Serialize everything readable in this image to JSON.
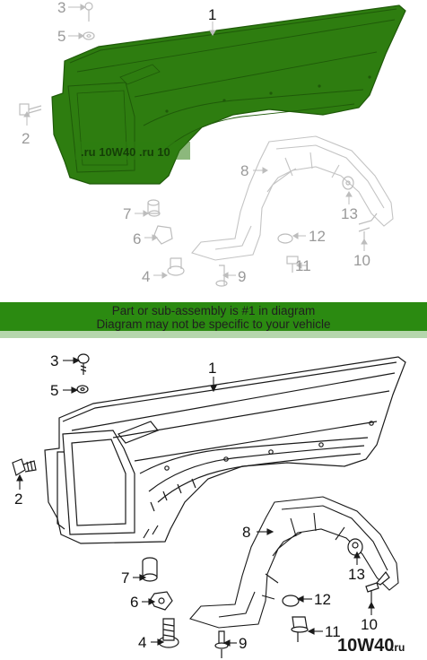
{
  "banner": {
    "line1": "Part or sub-assembly is #1 in diagram",
    "line2": "Diagram may not be specific to your vehicle"
  },
  "colors": {
    "highlight": "#2e7d10",
    "highlight_dark": "#1f5a09",
    "banner_bg": "#2b8a11",
    "line_gray": "#bdbdbd",
    "line_black": "#1a1a1a",
    "label_gray": "#9a9a9a"
  },
  "top_diagram": {
    "callouts": [
      "1",
      "2",
      "3",
      "4",
      "5",
      "6",
      "7",
      "8",
      "9",
      "11",
      "12",
      "13",
      "10"
    ]
  },
  "bottom_diagram": {
    "callouts": [
      "1",
      "2",
      "3",
      "4",
      "5",
      "6",
      "7",
      "8",
      "9",
      "11",
      "12",
      "13",
      "10"
    ]
  },
  "watermark": {
    "brand": "10W40",
    "tld": ".ru",
    "strip_text": ".ru 10W40 .ru 10"
  }
}
